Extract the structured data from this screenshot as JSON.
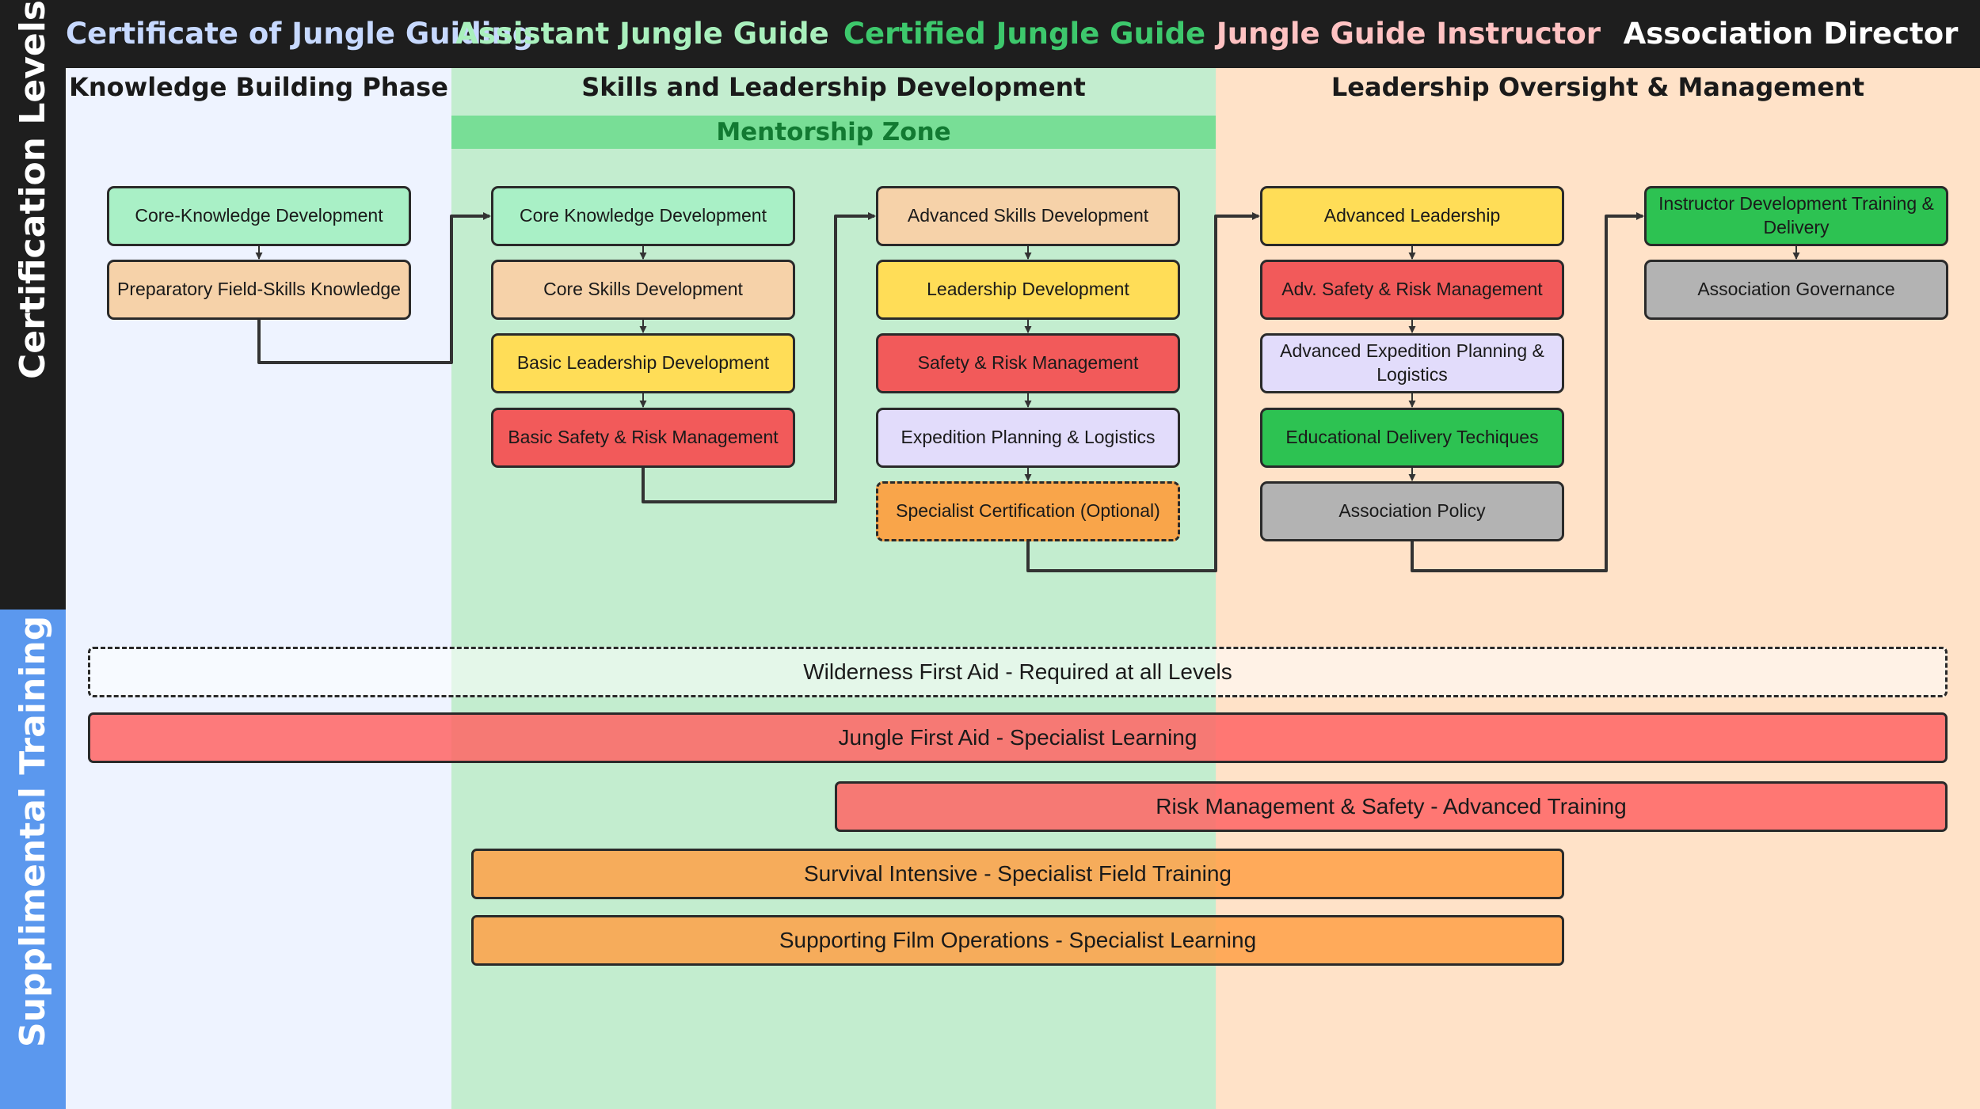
{
  "colors": {
    "header_bg": "#1e1e1e",
    "col_knowledge_bg": "#eef3ff",
    "col_skills_bg": "#c3edcf",
    "col_leadership_bg": "#ffe2c8",
    "mentorship_bg": "#78de96",
    "mentorship_text": "#127a32",
    "supplemental_side_bg": "#5b98ee",
    "connector": "#333333"
  },
  "side_labels": {
    "certification": "Certification Levels",
    "supplemental": "Supplimental Training"
  },
  "levels": [
    {
      "label": "Certificate of Jungle Guiding",
      "color": "#c7d9ff"
    },
    {
      "label": "Assistant Jungle Guide",
      "color": "#a9f0bd"
    },
    {
      "label": "Certified Jungle Guide",
      "color": "#3dc86c"
    },
    {
      "label": "Jungle Guide Instructor",
      "color": "#ffc2c2"
    },
    {
      "label": "Association Director",
      "color": "#ffffff"
    }
  ],
  "phases": [
    {
      "label": "Knowledge Building Phase"
    },
    {
      "label": "Skills and Leadership Development"
    },
    {
      "label": "Leadership Oversight & Management"
    }
  ],
  "mentorship_zone": "Mentorship Zone",
  "columns": [
    {
      "steps": [
        {
          "label": "Core-Knowledge Development",
          "color": "#a9f0c6"
        },
        {
          "label": "Preparatory Field-Skills Knowledge",
          "color": "#f6d2a9"
        }
      ]
    },
    {
      "steps": [
        {
          "label": "Core Knowledge Development",
          "color": "#a9f0c6"
        },
        {
          "label": "Core Skills Development",
          "color": "#f6d2a9"
        },
        {
          "label": "Basic Leadership Development",
          "color": "#ffdd57"
        },
        {
          "label": "Basic Safety & Risk Management",
          "color": "#f25a5a"
        }
      ]
    },
    {
      "steps": [
        {
          "label": "Advanced Skills Development",
          "color": "#f6d2a9"
        },
        {
          "label": "Leadership Development",
          "color": "#ffdd57"
        },
        {
          "label": "Safety & Risk Management",
          "color": "#f25a5a"
        },
        {
          "label": "Expedition Planning & Logistics",
          "color": "#e2dcfb"
        },
        {
          "label": "Specialist Certification (Optional)",
          "color": "#f9a54a",
          "dashed": true
        }
      ]
    },
    {
      "steps": [
        {
          "label": "Advanced Leadership",
          "color": "#ffdd57"
        },
        {
          "label": "Adv. Safety & Risk Management",
          "color": "#f25a5a"
        },
        {
          "label": "Advanced Expedition Planning & Logistics",
          "color": "#e2dcfb"
        },
        {
          "label": "Educational Delivery Techiques",
          "color": "#2dc252"
        },
        {
          "label": "Association Policy",
          "color": "#b3b3b3"
        }
      ]
    },
    {
      "steps": [
        {
          "label": "Instructor Development Training  & Delivery",
          "color": "#2dc252"
        },
        {
          "label": "Association Governance",
          "color": "#b3b3b3"
        }
      ]
    }
  ],
  "supplemental": [
    {
      "label": "Wilderness First Aid - Required at all Levels",
      "color": "rgba(255,255,255,0.55)",
      "dashed": true
    },
    {
      "label": "Jungle First Aid - Specialist Learning",
      "color": "rgba(255,100,100,0.85)"
    },
    {
      "label": "Risk Management & Safety - Advanced Training",
      "color": "rgba(255,100,100,0.85)"
    },
    {
      "label": "Survival Intensive - Specialist Field Training",
      "color": "rgba(255,160,70,0.85)"
    },
    {
      "label": "Supporting Film Operations - Specialist Learning",
      "color": "rgba(255,160,70,0.85)"
    }
  ]
}
